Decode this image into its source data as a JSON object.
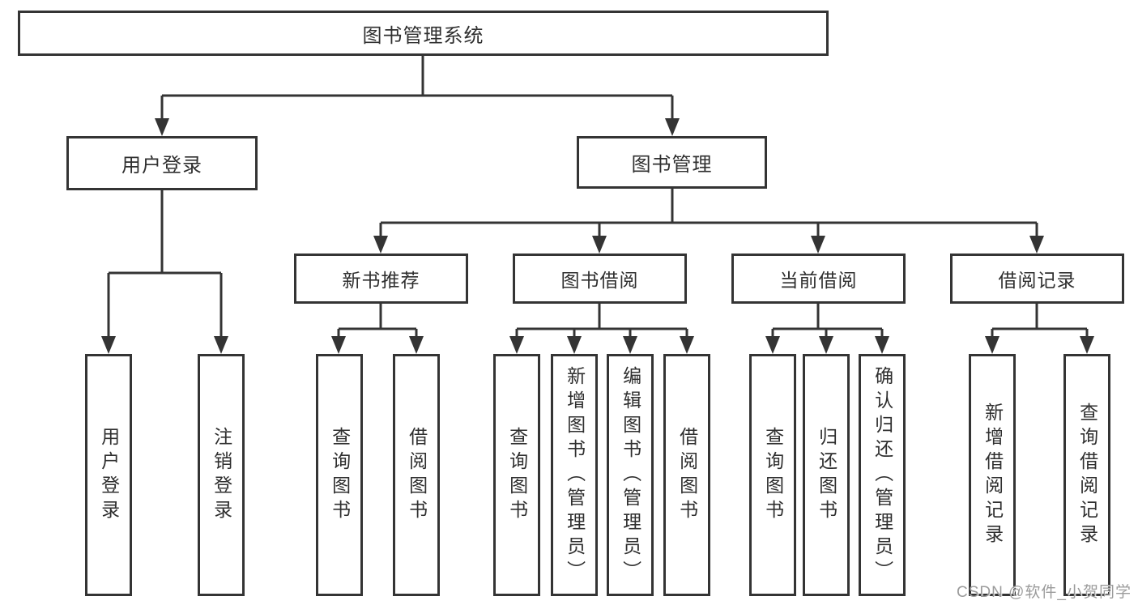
{
  "diagram_title": "图书管理系统",
  "tree": {
    "label": "图书管理系统",
    "children": [
      {
        "label": "用户登录",
        "children": [
          {
            "label": "用户登录"
          },
          {
            "label": "注销登录"
          }
        ]
      },
      {
        "label": "图书管理",
        "children": [
          {
            "label": "新书推荐",
            "children": [
              {
                "label": "查询图书"
              },
              {
                "label": "借阅图书"
              }
            ]
          },
          {
            "label": "图书借阅",
            "children": [
              {
                "label": "查询图书"
              },
              {
                "label": "新增图书（管理员）"
              },
              {
                "label": "编辑图书（管理员）"
              },
              {
                "label": "借阅图书"
              }
            ]
          },
          {
            "label": "当前借阅",
            "children": [
              {
                "label": "查询图书"
              },
              {
                "label": "归还图书"
              },
              {
                "label": "确认归还（管理员）"
              }
            ]
          },
          {
            "label": "借阅记录",
            "children": [
              {
                "label": "新增借阅记录"
              },
              {
                "label": "查询借阅记录"
              }
            ]
          }
        ]
      }
    ]
  },
  "watermark": {
    "text": "CSDN @软件_小贺同学",
    "color": "#9b9b9b"
  },
  "colors": {
    "line": "#343434",
    "box_border": "#343434",
    "text": "#2f2f2f",
    "background": "#ffffff"
  }
}
